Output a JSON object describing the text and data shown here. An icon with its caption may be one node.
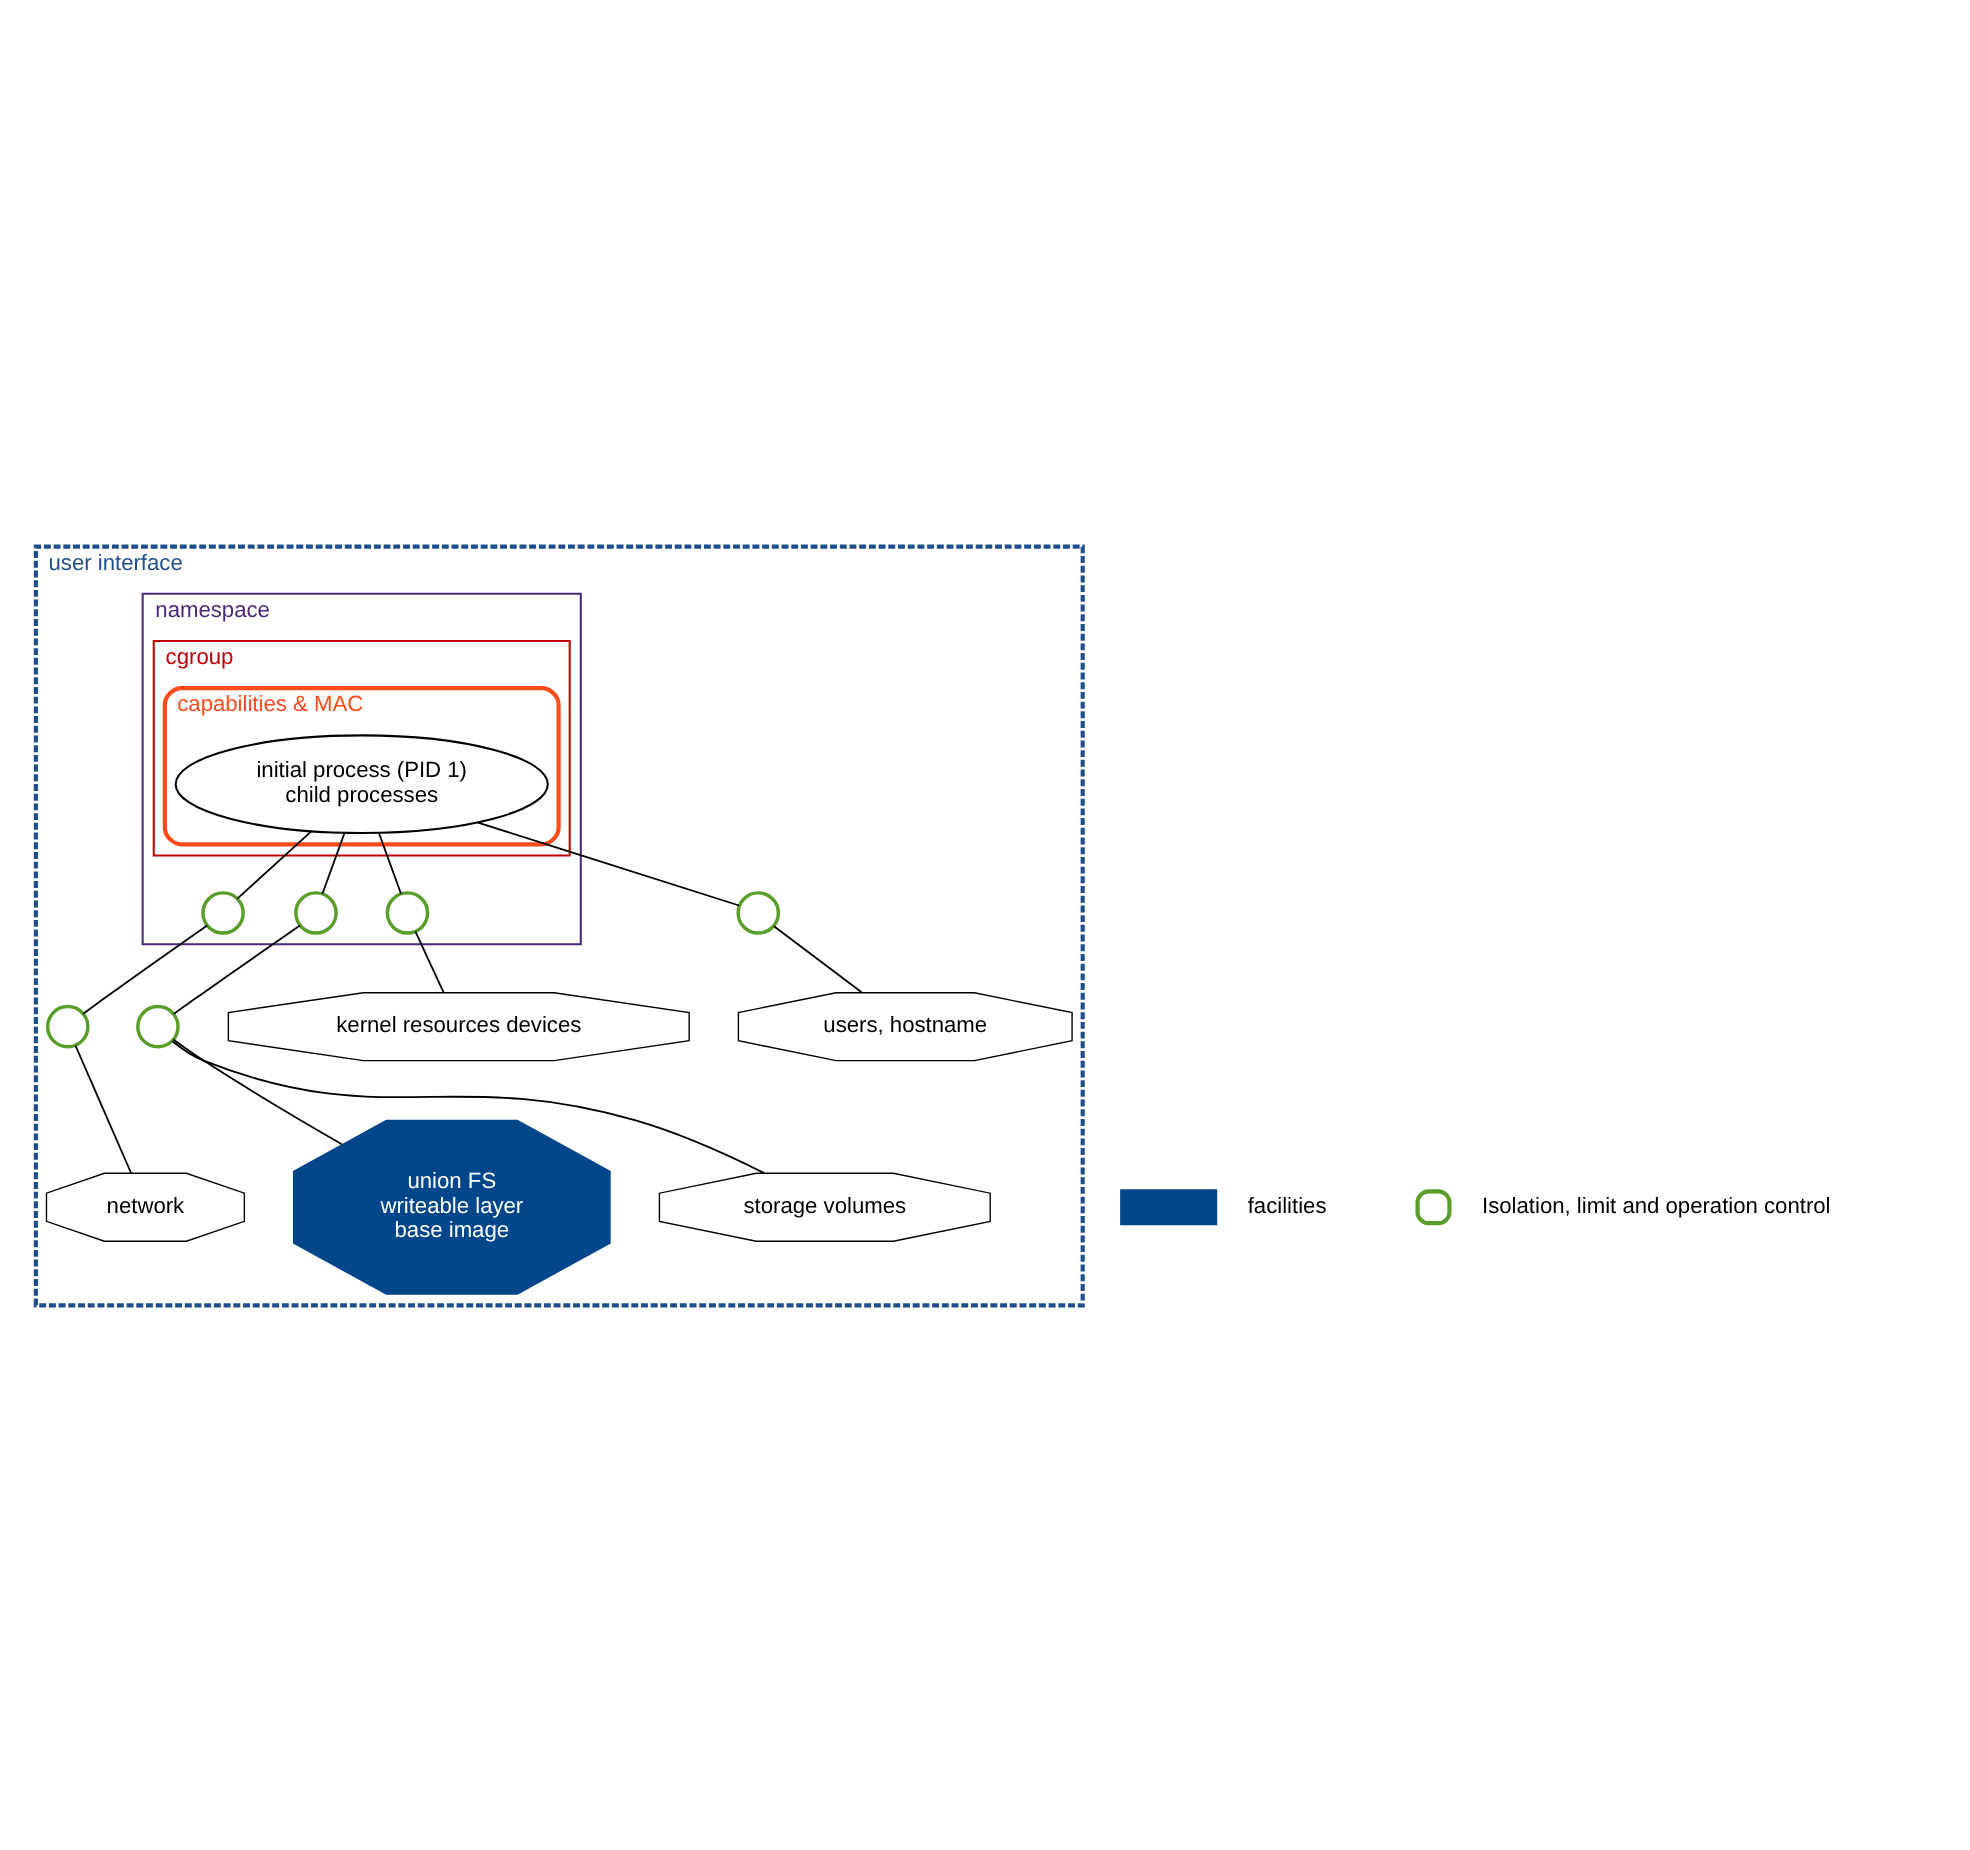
{
  "diagram": {
    "nodes": [
      {
        "text": [
          "user interface"
        ]
      },
      {
        "text": [
          "namespace"
        ],
        "in": 0
      },
      {
        "text": [
          "cgroup"
        ],
        "in": 1
      },
      {
        "text": [
          "capabilities & MAC"
        ],
        "in": 2
      },
      {
        "text": [
          "initial process (PID 1)",
          "child processes"
        ],
        "in": 3
      },
      {
        "text": [
          "users, hostname"
        ],
        "in": 0
      },
      {
        "text": [],
        "shape": "circle",
        "in": 0
      },
      {
        "text": [],
        "shape": "circle",
        "in": 1
      },
      {
        "text": [],
        "shape": "circle",
        "in": 0
      },
      {
        "text": [
          "network"
        ],
        "in": 0
      },
      {
        "text": [],
        "shape": "circle",
        "in": 1
      },
      {
        "text": [],
        "shape": "circle",
        "in": 1
      },
      {
        "text": [],
        "shape": "circle",
        "in": 0
      },
      {
        "text": [
          "union FS",
          "writeable layer",
          "base image"
        ],
        "in": 0
      },
      {
        "text": [
          "storage volumes"
        ],
        "in": 0
      },
      {
        "text": [
          "kernel resources devices"
        ],
        "in": 0
      }
    ],
    "edges": [
      {
        "from": 4,
        "to": 6,
        "arrow": "none"
      },
      {
        "from": 6,
        "to": 5,
        "arrow": "none"
      },
      {
        "from": 4,
        "to": 7,
        "arrow": "none"
      },
      {
        "from": 7,
        "to": 8,
        "arrow": "none"
      },
      {
        "from": 8,
        "to": 9,
        "arrow": "none"
      },
      {
        "from": 4,
        "to": 10,
        "arrow": "none"
      },
      {
        "from": 10,
        "to": 12,
        "arrow": "none"
      },
      {
        "from": 12,
        "to": 13,
        "arrow": "none"
      },
      {
        "from": 12,
        "to": 14,
        "arrow": "none"
      },
      {
        "from": 4,
        "to": 11,
        "arrow": "none"
      },
      {
        "from": 11,
        "to": 15,
        "arrow": "none"
      }
    ],
    "legend": [
      {
        "text": "facilities",
        "color": "#00468b"
      },
      {
        "text": "Isolation, limit and operation control"
      }
    ]
  }
}
